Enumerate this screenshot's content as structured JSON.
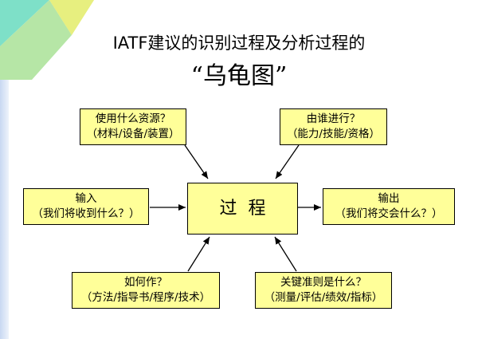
{
  "title": {
    "line1": "IATF建议的识别过程及分析过程的",
    "line2": "“乌龟图”"
  },
  "diagram": {
    "center": "过程",
    "resources": {
      "line1": "使用什么资源？",
      "line2": "（材料/设备/装置）"
    },
    "who": {
      "line1": "由谁进行？",
      "line2": "（能力/技能/资格）"
    },
    "input": {
      "line1": "输入",
      "line2": "（我们将收到什么？）"
    },
    "output": {
      "line1": "输出",
      "line2": "（我们将交会什么？）"
    },
    "how": {
      "line1": "如何作？",
      "line2": "（方法/指导书/程序/技术）"
    },
    "criteria": {
      "line1": "关键准则是什么？",
      "line2": "（测量/评估/绩效/指标）"
    }
  },
  "colors": {
    "box_fill": "#ffff99",
    "box_border": "#000000",
    "deco_teal": "#7ee0c8",
    "deco_yellow": "#ecf08a",
    "deco_green": "#b6e6a6"
  }
}
